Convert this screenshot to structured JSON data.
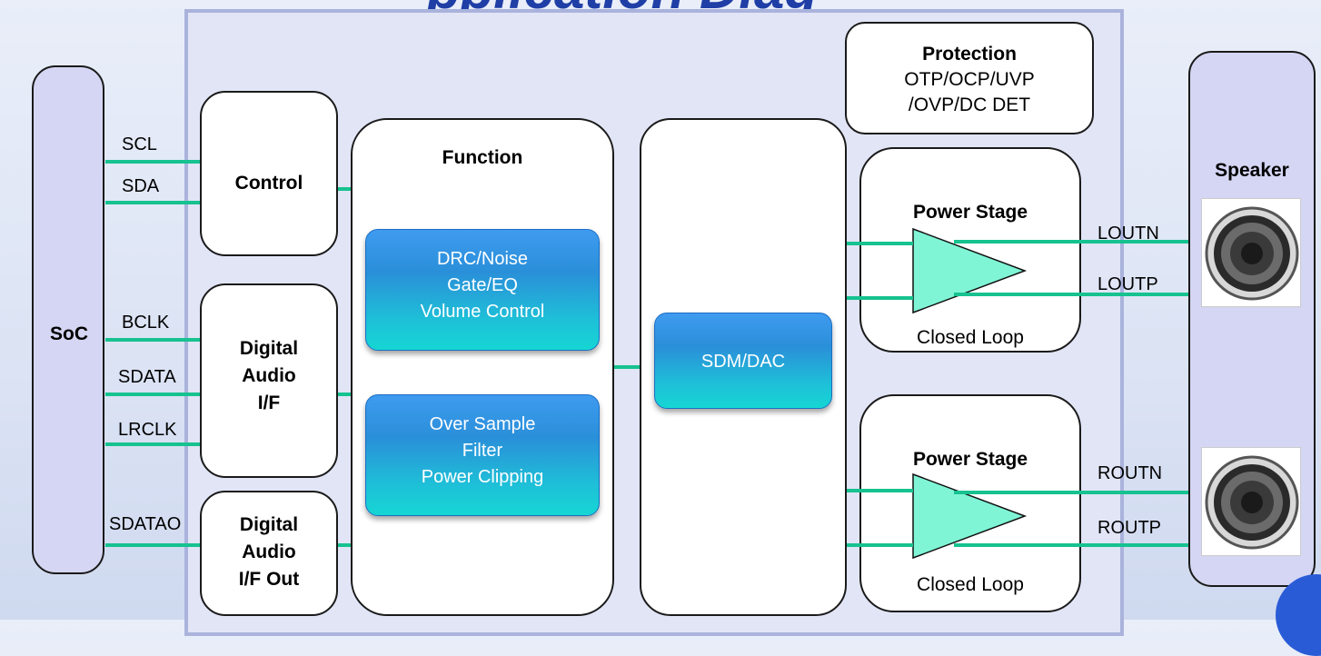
{
  "header": {
    "title_fragment": "pplication Diag"
  },
  "soc": {
    "label": "SoC"
  },
  "signals": {
    "scl": "SCL",
    "sda": "SDA",
    "bclk": "BCLK",
    "sdata": "SDATA",
    "lrclk": "LRCLK",
    "sdatao": "SDATAO"
  },
  "blocks": {
    "control": "Control",
    "digital_audio_if": [
      "Digital",
      "Audio",
      "I/F"
    ],
    "digital_audio_if_out": [
      "Digital",
      "Audio",
      "I/F Out"
    ],
    "function": {
      "title": "Function",
      "drc": [
        "DRC/Noise",
        "Gate/EQ",
        "Volume Control"
      ],
      "oversample": [
        "Over Sample",
        "Filter",
        "Power Clipping"
      ]
    },
    "sdm_dac": "SDM/DAC",
    "protection": {
      "title": "Protection",
      "lines": [
        "OTP/OCP/UVP",
        "/OVP/DC DET"
      ]
    },
    "power_stage_left": {
      "title": "Power Stage",
      "footer": "Closed Loop"
    },
    "power_stage_right": {
      "title": "Power Stage",
      "footer": "Closed Loop"
    }
  },
  "outputs": {
    "loutn": "LOUTN",
    "loutp": "LOUTP",
    "routn": "ROUTN",
    "routp": "ROUTP"
  },
  "speaker": {
    "label": "Speaker"
  },
  "colors": {
    "wire": "#16c28f",
    "chip_border": "#aab3dc",
    "title": "#1f3fa6"
  }
}
